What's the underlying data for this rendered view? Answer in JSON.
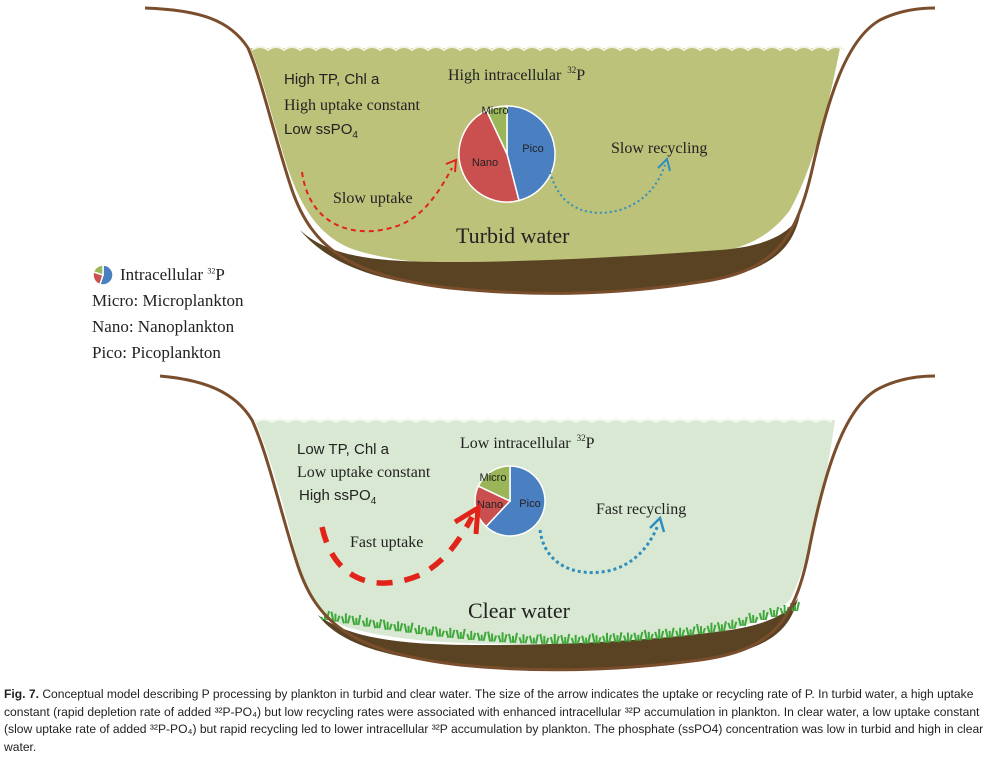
{
  "turbid": {
    "title": "Turbid water",
    "cond1": "High TP, Chl a",
    "cond2": "High uptake constant",
    "cond3": "Low ssPO",
    "cond3_sub": "4",
    "intracellular": "High intracellular",
    "intracellular_sup": "32",
    "intracellular_p": "P",
    "uptake": "Slow uptake",
    "recycling": "Slow recycling",
    "pie_labels": {
      "micro": "Micro",
      "nano": "Nano",
      "pico": "Pico"
    }
  },
  "clear": {
    "title": "Clear water",
    "cond1": "Low TP, Chl a",
    "cond2": "Low uptake constant",
    "cond3": "High ssPO",
    "cond3_sub": "4",
    "intracellular": "Low intracellular",
    "intracellular_sup": "32",
    "intracellular_p": "P",
    "uptake": "Fast uptake",
    "recycling": "Fast recycling",
    "pie_labels": {
      "micro": "Micro",
      "nano": "Nano",
      "pico": "Pico"
    }
  },
  "legend": {
    "title": "Intracellular",
    "title_sup": "32",
    "title_p": "P",
    "micro": "Micro: Microplankton",
    "nano": "Nano: Nanoplankton",
    "pico": "Pico: Picoplankton"
  },
  "caption": {
    "label": "Fig. 7.",
    "text": "Conceptual model describing P processing by plankton in turbid and clear water. The size of the arrow indicates the uptake or recycling rate of P. In turbid water, a high uptake constant (rapid depletion rate of added ³²P-PO₄) but low recycling rates were associated with enhanced intracellular ³²P accumulation in plankton. In clear water, a low uptake constant (slow uptake rate of added ³²P-PO₄) but rapid recycling led to lower intracellular ³²P accumulation by plankton. The phosphate (ssPO4) concentration was low in turbid and high in clear water."
  },
  "colors": {
    "turbid_water": "#bcc27a",
    "clear_water": "#d9e8d2",
    "sediment": "#5a4322",
    "bank": "#7a4e2c",
    "pico": "#4a7fc1",
    "nano": "#c9504f",
    "micro": "#9ab658",
    "uptake_arrow": "#e2231a",
    "recycle_arrow": "#2e8fbf",
    "grass": "#3fa83a"
  },
  "pies": {
    "turbid": {
      "pico": 0.46,
      "nano": 0.47,
      "micro": 0.07
    },
    "clear": {
      "pico": 0.62,
      "nano": 0.2,
      "micro": 0.18
    },
    "legend": {
      "pico": 0.55,
      "nano": 0.25,
      "micro": 0.2
    }
  }
}
